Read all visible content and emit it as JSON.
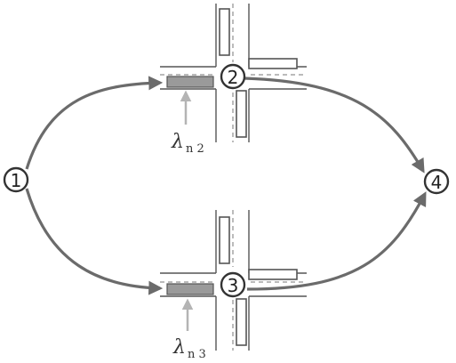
{
  "nodes": {
    "n1": "1",
    "n2": "2",
    "n3": "3",
    "n4": "4"
  },
  "arrivals": {
    "lambda_symbol": "λ",
    "n2_subscript": "n 2",
    "n3_subscript": "n 3"
  },
  "colors": {
    "route": "#6b6b6b",
    "arrival_arrow": "#b4b4b4",
    "queue_fill": "#9a9a9a"
  }
}
